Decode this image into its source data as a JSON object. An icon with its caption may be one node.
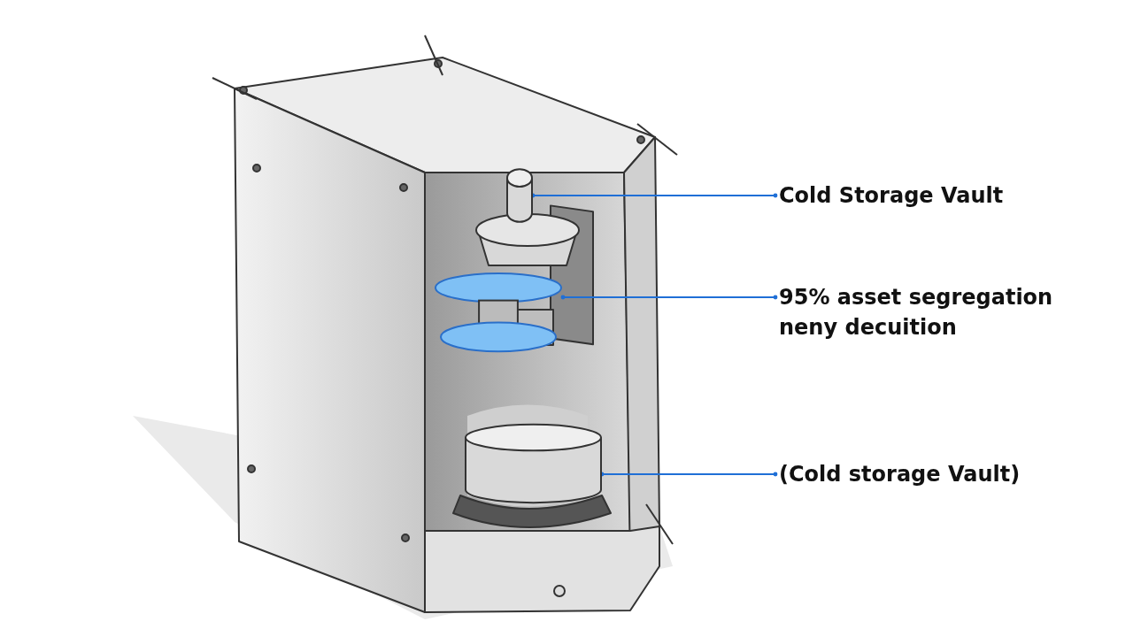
{
  "diagram": {
    "nodes": [
      {
        "text": [
          "Cold Storage Vault"
        ]
      },
      {
        "text": [],
        "shape": "cylinder"
      },
      {
        "text": [
          "95% asset segregation neny decuition"
        ]
      },
      {
        "text": [],
        "shape": "disc"
      },
      {
        "text": [
          "(Cold storage Vault)"
        ]
      },
      {
        "text": [],
        "shape": "cylinder"
      }
    ],
    "edges": [
      {
        "from": 0,
        "to": 1,
        "arrow": "other",
        "color": "#1f6fd6"
      },
      {
        "from": 2,
        "to": 3,
        "arrow": "other",
        "color": "#1f6fd6"
      },
      {
        "from": 4,
        "to": 5,
        "arrow": "other",
        "color": "#1f6fd6"
      }
    ]
  }
}
